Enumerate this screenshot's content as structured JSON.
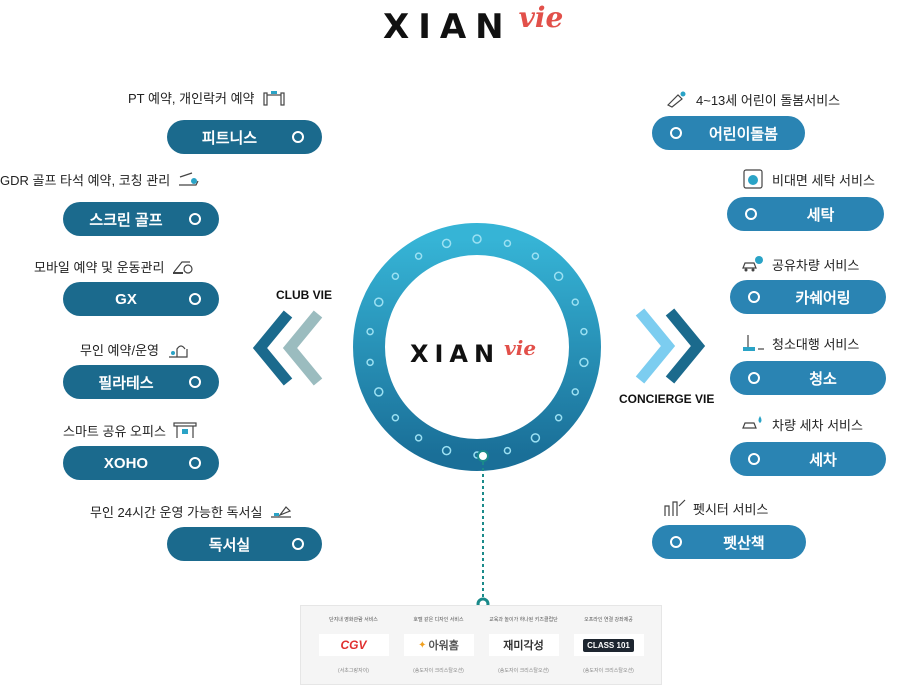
{
  "brand": {
    "word": "XIAN",
    "script": "vie"
  },
  "club": {
    "title": "CLUB VIE",
    "items": [
      {
        "desc": "PT 예약, 개인락커 예약",
        "label": "피트니스",
        "icon": "fitness-icon"
      },
      {
        "desc": "GDR 골프 타석 예약, 코칭 관리",
        "label": "스크린 골프",
        "icon": "golf-icon"
      },
      {
        "desc": "모바일 예약 및 운동관리",
        "label": "GX",
        "icon": "bike-icon"
      },
      {
        "desc": "무인 예약/운영",
        "label": "필라테스",
        "icon": "pilates-icon"
      },
      {
        "desc": "스마트 공유 오피스",
        "label": "XOHO",
        "icon": "office-icon"
      },
      {
        "desc": "무인 24시간 운영 가능한 독서실",
        "label": "독서실",
        "icon": "reading-icon"
      }
    ]
  },
  "concierge": {
    "title": "CONCIERGE VIE",
    "items": [
      {
        "desc": "4~13세 어린이 돌봄서비스",
        "label": "어린이돌봄",
        "icon": "child-care-icon"
      },
      {
        "desc": "비대면 세탁 서비스",
        "label": "세탁",
        "icon": "laundry-icon"
      },
      {
        "desc": "공유차량 서비스",
        "label": "카쉐어링",
        "icon": "car-share-icon"
      },
      {
        "desc": "청소대행 서비스",
        "label": "청소",
        "icon": "cleaning-icon"
      },
      {
        "desc": "차량 세차 서비스",
        "label": "세차",
        "icon": "car-wash-icon"
      },
      {
        "desc": "펫시터 서비스",
        "label": "펫산책",
        "icon": "pet-icon"
      }
    ]
  },
  "partners": [
    {
      "top": "단지내 영화관람 서비스",
      "logo": "CGV",
      "sub": "(서초그랑자이)"
    },
    {
      "top": "호텔 같은 디자인 서비스",
      "logo": "아워홈",
      "sub": "(송도자이 크리스탈오션)"
    },
    {
      "top": "교육과 놀이가 하나된 키즈클럽단",
      "logo": "재미각성",
      "sub": "(송도자이 크리스탈오션)"
    },
    {
      "top": "오프라인 연결 강좌제공",
      "logo": "CLASS 101",
      "sub": "(송도자이 크리스탈오션)"
    }
  ],
  "colors": {
    "pill_left": "#1b6a8d",
    "pill_right": "#2a84b3",
    "accent": "#e2504a",
    "ring": "#2aa3c6"
  }
}
